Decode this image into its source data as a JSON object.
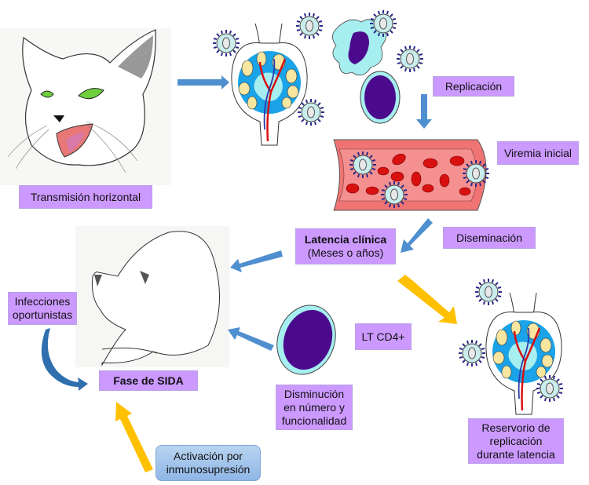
{
  "diagram": {
    "title": "Patogenia del virus de inmunodeficiencia felina",
    "labels": {
      "transmision": "Transmisión horizontal",
      "replicacion": "Replicación",
      "viremia": "Viremia inicial",
      "diseminacion": "Diseminación",
      "latencia_title": "Latencia clínica",
      "latencia_sub": "(Meses o años)",
      "ltcd4": "LT CD4+",
      "disminucion_1": "Disminución",
      "disminucion_2": "en número y",
      "disminucion_3": "funcionalidad",
      "reservorio_1": "Reservorio de",
      "reservorio_2": "replicación",
      "reservorio_3": "durante latencia",
      "infecciones_1": "Infecciones",
      "infecciones_2": "oportunistas",
      "fase_sida": "Fase de SIDA",
      "activacion_1": "Activación por",
      "activacion_2": "inmunosupresión"
    },
    "colors": {
      "label_bg": "#cc99ff",
      "arrow_blue": "#4f8fcf",
      "arrow_yellow": "#ffc000",
      "node_blue": "#1aa3e8",
      "lymphocyte_nucleus": "#4b0a8c",
      "cytoplasm": "#a6eef0",
      "vessel": "#f07474",
      "rbc": "#d81010"
    }
  }
}
